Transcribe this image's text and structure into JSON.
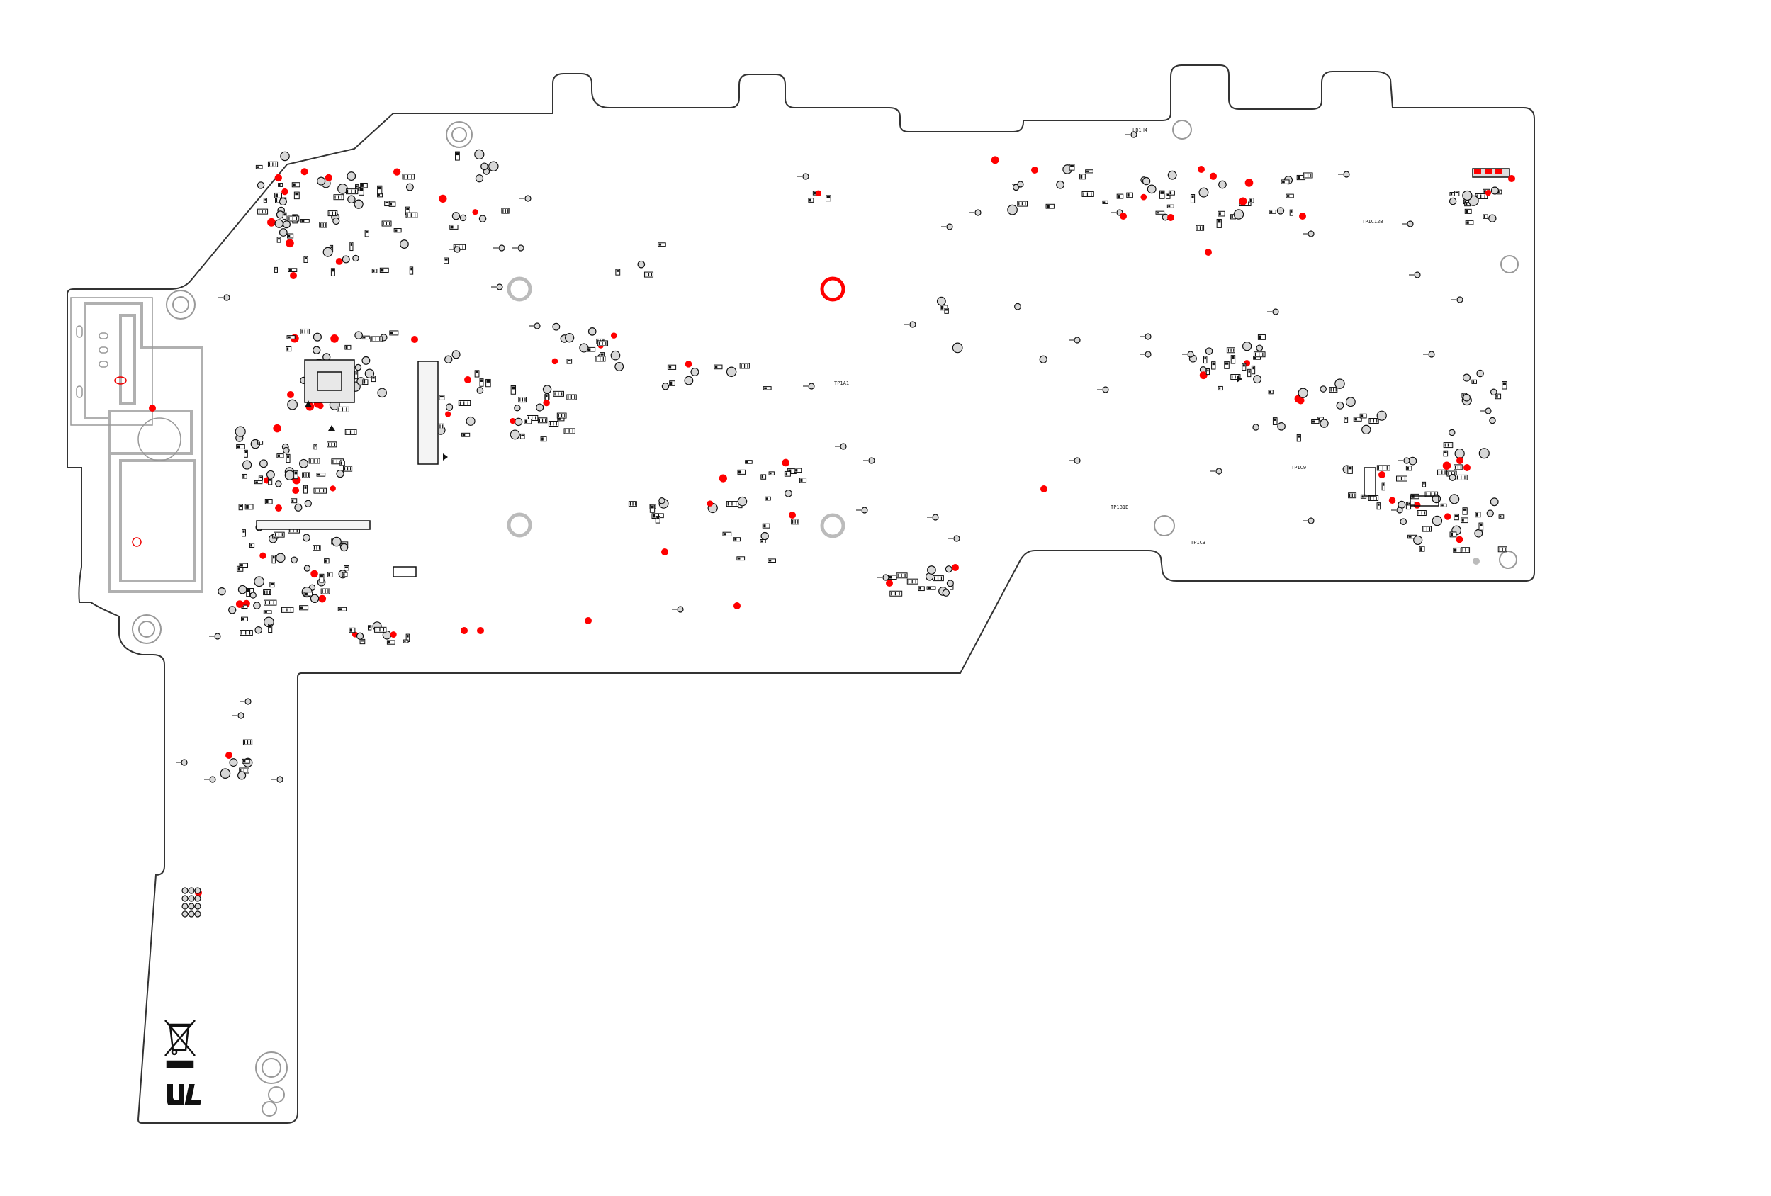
{
  "colors": {
    "outline": "#333333",
    "component": "#111111",
    "pad_fill": "#d8d8d8",
    "highlight": "#ff0000",
    "mount_hole": "#bbbbbb",
    "frame": "#b0b0b0"
  },
  "labels": {
    "conn_top": "LB1H4",
    "tp_a": "TP1A1",
    "tp_b": "TP1C9",
    "tp_c": "TP1B1B",
    "tp_d": "TP1C12B",
    "tp_e": "TP1C3"
  },
  "icons": {
    "weee": "weee-crossed-bin-icon",
    "ul": "ul-recognized-mark-icon"
  }
}
